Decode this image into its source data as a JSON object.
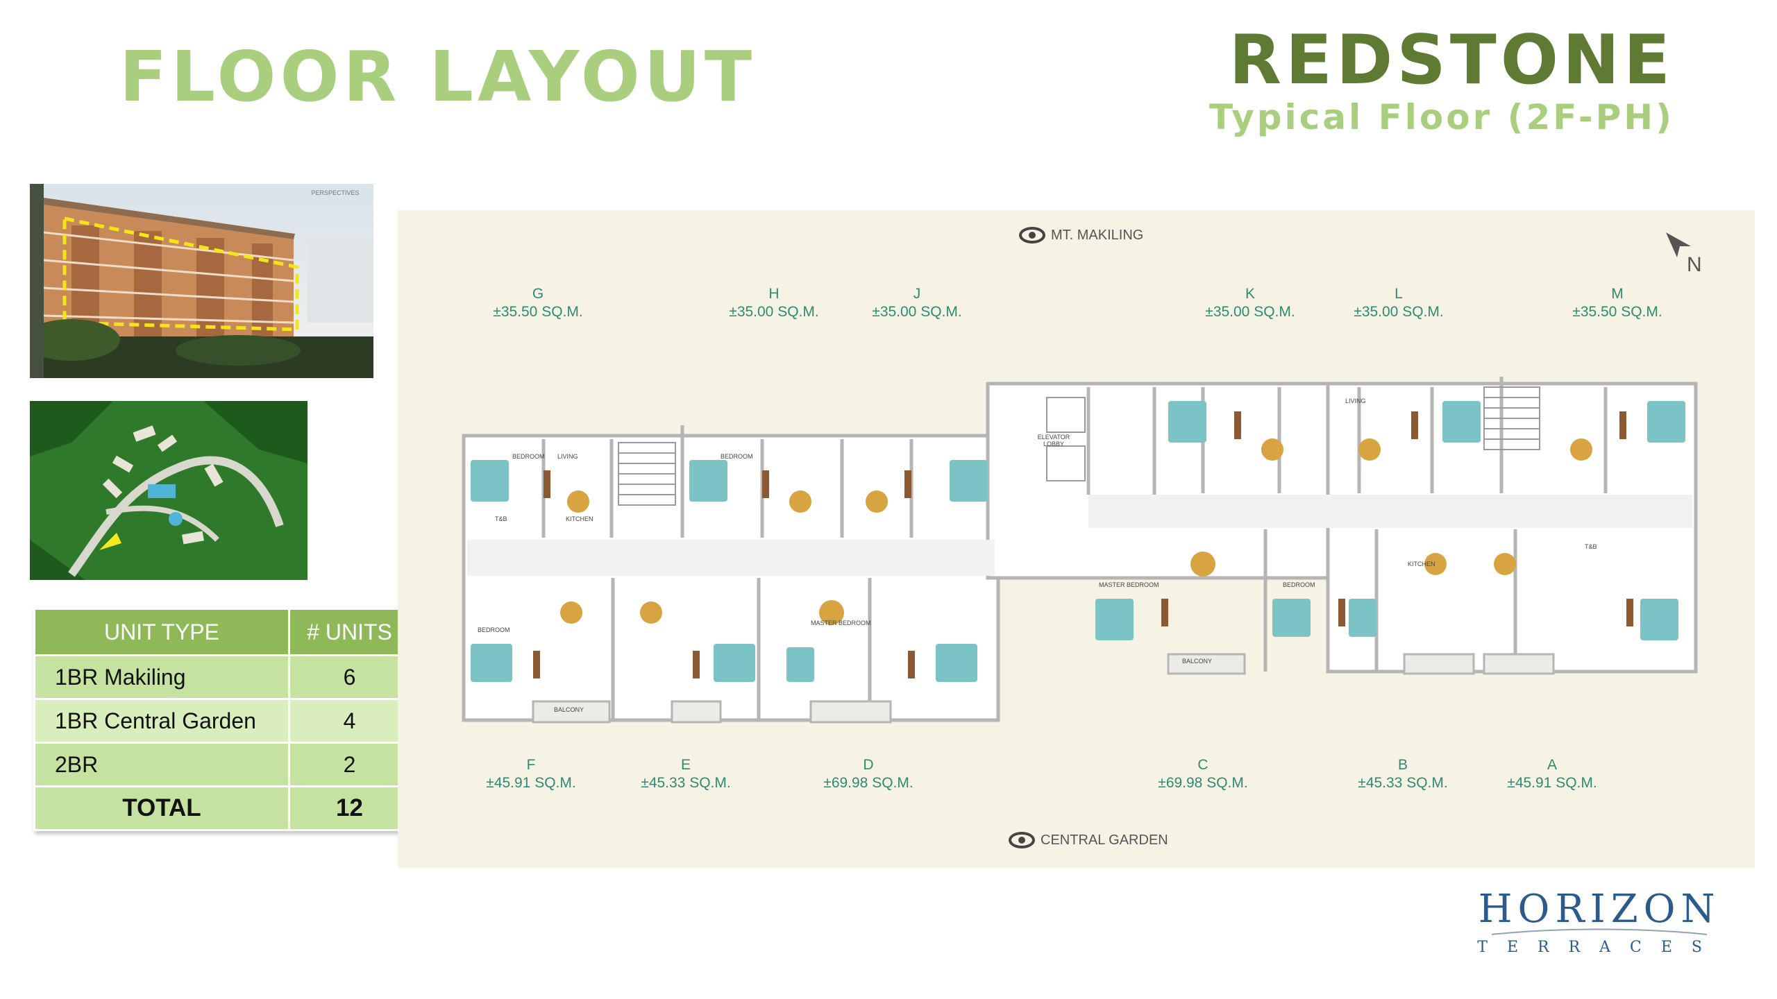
{
  "header": {
    "title": "FLOOR LAYOUT",
    "brand": "REDSTONE",
    "subtitle": "Typical Floor (2F-PH)"
  },
  "thumbnails": {
    "photo_tag": "PERSPECTIVES"
  },
  "table": {
    "headers": [
      "UNIT TYPE",
      "# UNITS"
    ],
    "rows": [
      {
        "type": "1BR Makiling",
        "units": "6"
      },
      {
        "type": "1BR Central Garden",
        "units": "4"
      },
      {
        "type": "2BR",
        "units": "2"
      }
    ],
    "total": {
      "label": "TOTAL",
      "units": "12"
    }
  },
  "plan": {
    "north_label": "MT. MAKILING",
    "south_label": "CENTRAL GARDEN",
    "compass": "N",
    "units_top": [
      {
        "letter": "G",
        "area": "±35.50 SQ.M."
      },
      {
        "letter": "H",
        "area": "±35.00 SQ.M."
      },
      {
        "letter": "J",
        "area": "±35.00 SQ.M."
      },
      {
        "letter": "K",
        "area": "±35.00 SQ.M."
      },
      {
        "letter": "L",
        "area": "±35.00 SQ.M."
      },
      {
        "letter": "M",
        "area": "±35.50 SQ.M."
      }
    ],
    "units_bottom": [
      {
        "letter": "F",
        "area": "±45.91 SQ.M."
      },
      {
        "letter": "E",
        "area": "±45.33 SQ.M."
      },
      {
        "letter": "D",
        "area": "±69.98 SQ.M."
      },
      {
        "letter": "C",
        "area": "±69.98 SQ.M."
      },
      {
        "letter": "B",
        "area": "±45.33 SQ.M."
      },
      {
        "letter": "A",
        "area": "±45.91 SQ.M."
      }
    ],
    "elevator_label": "ELEVATOR LOBBY",
    "room_labels": {
      "bedroom": "BEDROOM",
      "living": "LIVING",
      "kitchen": "KITCHEN",
      "tb": "T&B",
      "balcony": "BALCONY",
      "master": "MASTER BEDROOM"
    }
  },
  "logo": {
    "main": "HORIZON",
    "sub": "TERRACES"
  }
}
